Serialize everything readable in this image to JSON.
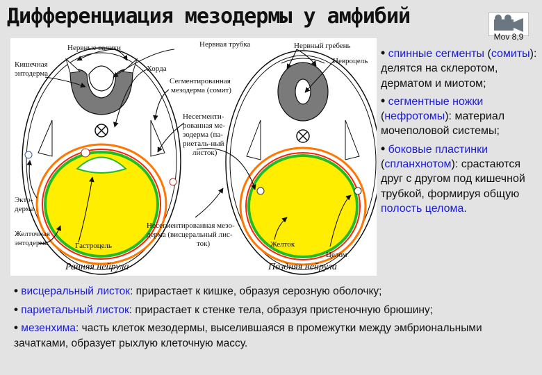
{
  "title": "Дифференциация мезодермы у амфибий",
  "media": {
    "icon": "video-camera-icon",
    "label": "Mov 8,9"
  },
  "colors": {
    "highlight": "#1a1adb",
    "yolk": "#ffee00",
    "green": "#22bb22",
    "orange": "#ff7700",
    "neural": "#7a7a7a"
  },
  "figure": {
    "labels": {
      "nervnye_valiki": "Нервные валики",
      "nervnaya_trubka": "Нервная трубка",
      "nervny_greben": "Нервный гребень",
      "nevrocel": "Невроцель",
      "kishechnaya_entoderma_1": "Кишечная",
      "kishechnaya_entoderma_2": "энтодерма",
      "horda": "Хорда",
      "segm_mezo_1": "Сегментированная",
      "segm_mezo_2": "мезодерма (сомит)",
      "nesegm_1": "Несегменти-",
      "nesegm_2": "рованная ме-",
      "nesegm_3": "зодерма (па-",
      "nesegm_4": "риеталь-ный",
      "nesegm_5": "листок)",
      "ektoderma_1": "Экто-",
      "ektoderma_2": "дерма",
      "zheltochnaya_1": "Желточная",
      "zheltochnaya_2": "энтодерма",
      "gastrocel": "Гастроцель",
      "nesegm_visc_1": "Несегментированная мезо-",
      "nesegm_visc_2": "дерма (висцеральный лис-",
      "nesegm_visc_3": "ток)",
      "zheltok": "Желток",
      "celom": "Целом"
    },
    "captions": {
      "early": "Ранняя нейрула",
      "late": "Поздняя нейрула"
    }
  },
  "side_text": {
    "item1": {
      "bullet": "•",
      "term": "спинные сегменты",
      "paren_open": "(",
      "term2": "сомиты",
      "text": "): делятся на склеротом, дерматом и миотом;"
    },
    "item2": {
      "bullet": "•",
      "term": "сегментные ножки",
      "paren_open": "(",
      "term2": "нефротомы",
      "text": "): материал мочеполовой системы;"
    },
    "item3": {
      "bullet": "•",
      "term": "боковые пластинки",
      "paren_open": "(",
      "term2": "спланхнотом",
      "text": "): срастаются друг с другом под кишечной трубкой, формируя общую",
      "term3": "полость целома",
      "end": "."
    }
  },
  "bottom_text": {
    "item1": {
      "bullet": "•",
      "term": "висцеральный листок",
      "text": ": прирастает к кишке, образуя серозную оболочку;"
    },
    "item2": {
      "bullet": "•",
      "term": "париетальный листок",
      "text": ": прирастает к стенке тела, образуя пристеночную брюшину;"
    },
    "item3": {
      "bullet": "•",
      "term": "мезенхима",
      "text": ": часть клеток мезодермы, выселившаяся в промежутки между эмбриональными зачатками, образует рыхлую клеточную массу."
    }
  }
}
